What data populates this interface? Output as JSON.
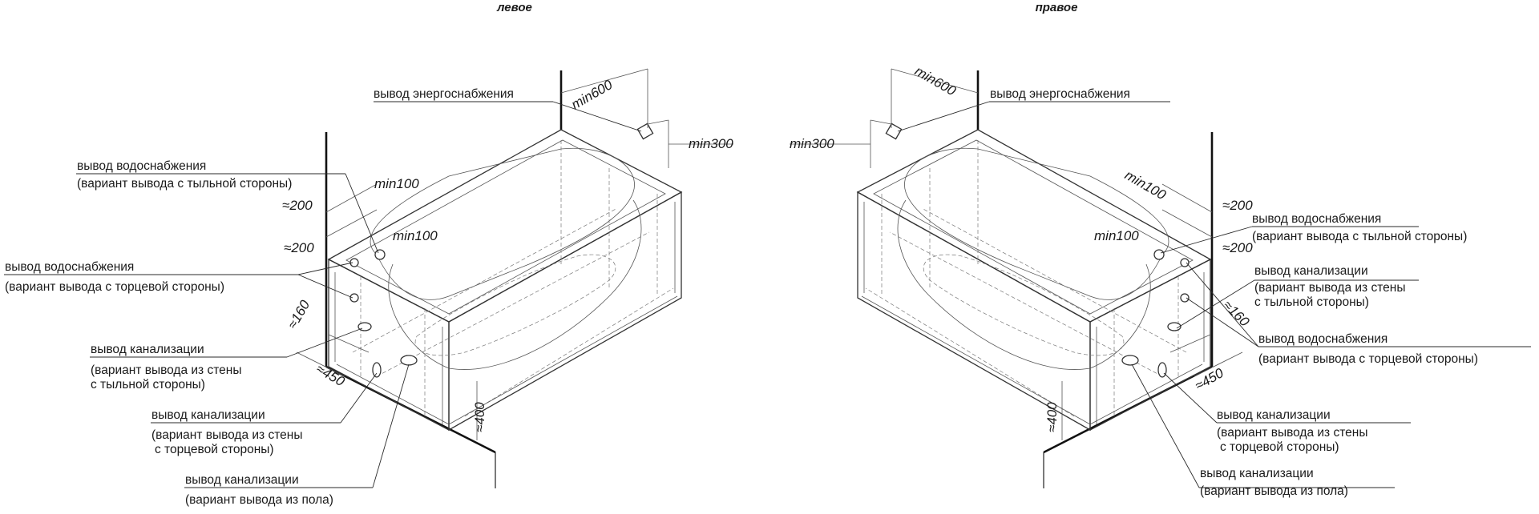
{
  "views": {
    "left": {
      "title": "левое"
    },
    "right": {
      "title": "правое"
    }
  },
  "dimensions": {
    "min600": "min600",
    "min300": "min300",
    "min100": "min100",
    "approx200": "≈200",
    "approx160": "≈160",
    "approx450": "≈450",
    "approx400": "≈400"
  },
  "labels": {
    "energy": "вывод энергоснабжения",
    "water_back_1": "вывод водоснабжения",
    "water_back_2": "(вариант вывода с тыльной стороны)",
    "water_end_1": "вывод водоснабжения",
    "water_end_2": "(вариант вывода с торцевой стороны)",
    "sewer_back_1": "вывод канализации",
    "sewer_back_2": "(вариант вывода из стены",
    "sewer_back_3": "с тыльной стороны)",
    "sewer_end_1": "вывод канализации",
    "sewer_end_2": "(вариант вывода из стены",
    "sewer_end_3": "с торцевой стороны)",
    "sewer_floor_1": "вывод канализации",
    "sewer_floor_2": "(вариант вывода из пола)"
  }
}
